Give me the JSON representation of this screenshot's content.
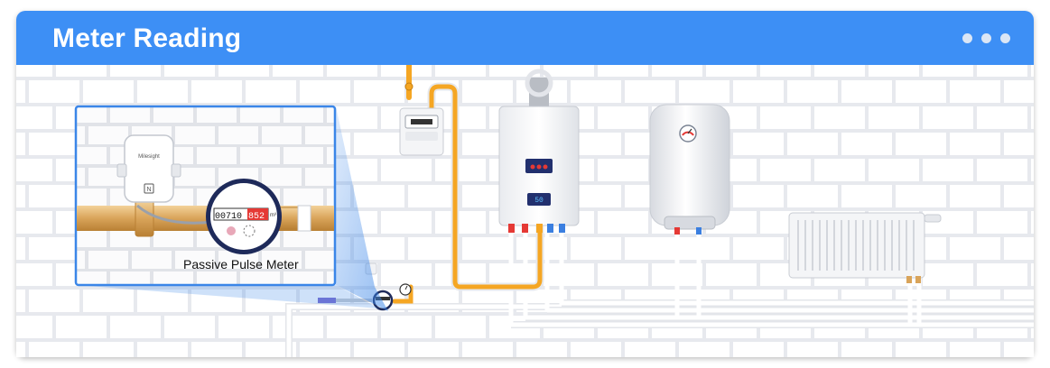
{
  "header": {
    "title": "Meter Reading"
  },
  "window_controls": {
    "dot_count": 3
  },
  "inset": {
    "label": "Passive Pulse Meter",
    "meter_digits_black": "00710",
    "meter_digits_red": "852",
    "unit": "m³",
    "device_brand": "Milesight"
  },
  "colors": {
    "header": "#3d8ff5",
    "gas_pipe": "#f5a623",
    "inset_border": "#3b86e8",
    "hot_pipe": "#e53935",
    "cold_pipe": "#3b7fe0"
  },
  "icons": {
    "nfc": "nfc-icon",
    "gauge": "pressure-gauge-icon",
    "thermometer": "temperature-dial-icon"
  }
}
